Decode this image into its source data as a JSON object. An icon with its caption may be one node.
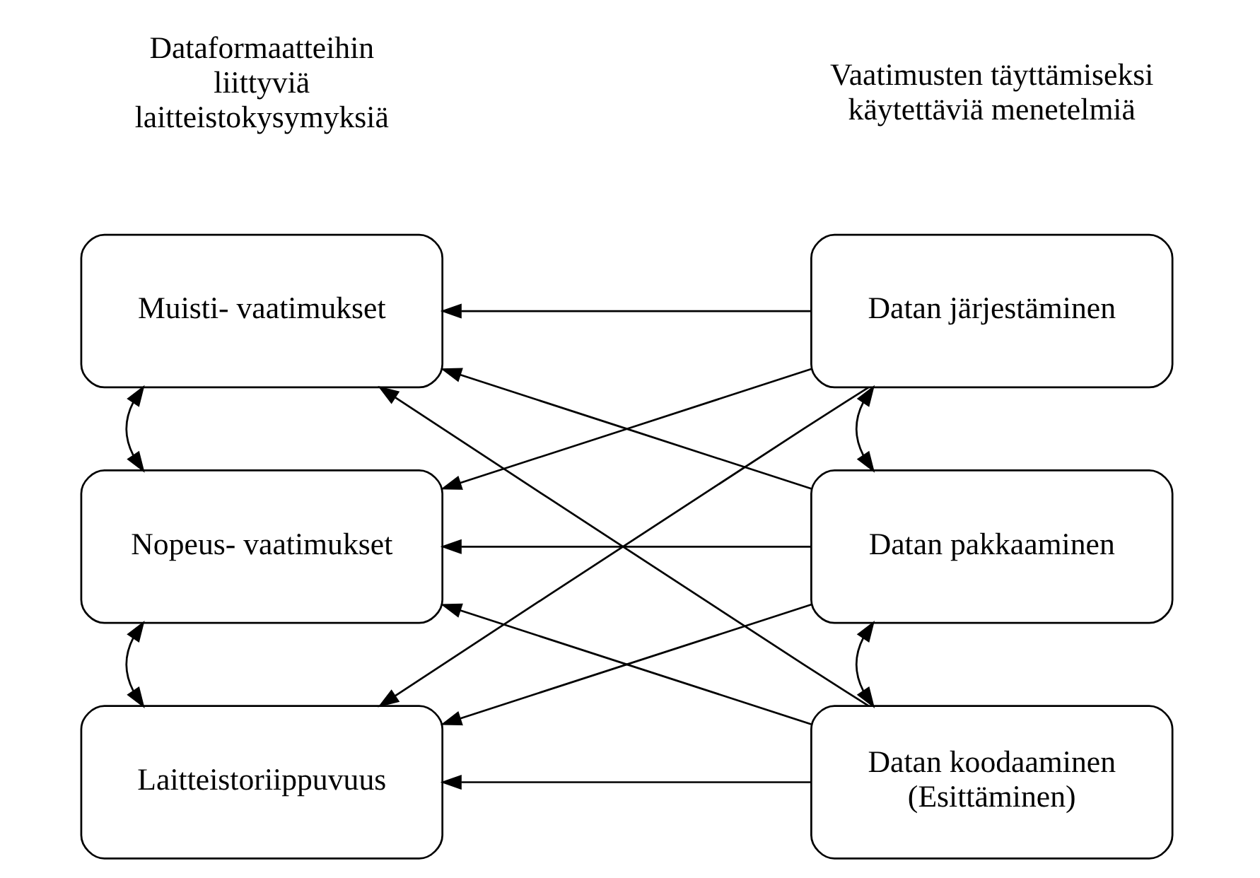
{
  "diagram": {
    "nodes": [
      {
        "text": [
          "Muisti- vaatimukset"
        ]
      },
      {
        "text": [
          "Nopeus- vaatimukset"
        ]
      },
      {
        "text": [
          "Laitteistoriippuvuus"
        ]
      },
      {
        "text": [
          "Datan järjestäminen"
        ]
      },
      {
        "text": [
          "Datan pakkaaminen"
        ]
      },
      {
        "text": [
          "Datan koodaaminen (Esittäminen)"
        ]
      }
    ],
    "edges": [
      {
        "from": 0,
        "to": 1,
        "arrow": "both"
      },
      {
        "from": 1,
        "to": 2,
        "arrow": "both"
      },
      {
        "from": 3,
        "to": 4,
        "arrow": "both"
      },
      {
        "from": 4,
        "to": 5,
        "arrow": "both"
      },
      {
        "from": 3,
        "to": 0,
        "arrow": "to"
      },
      {
        "from": 3,
        "to": 1,
        "arrow": "to"
      },
      {
        "from": 3,
        "to": 2,
        "arrow": "to"
      },
      {
        "from": 4,
        "to": 0,
        "arrow": "to"
      },
      {
        "from": 4,
        "to": 1,
        "arrow": "to"
      },
      {
        "from": 4,
        "to": 2,
        "arrow": "to"
      },
      {
        "from": 5,
        "to": 0,
        "arrow": "to"
      },
      {
        "from": 5,
        "to": 1,
        "arrow": "to"
      },
      {
        "from": 5,
        "to": 2,
        "arrow": "to"
      }
    ],
    "labels": [
      "Dataformaatteihin liittyviä laitteistokysymyksiä",
      "Vaatimusten täyttämiseksi käytettäviä menetelmiä"
    ]
  }
}
